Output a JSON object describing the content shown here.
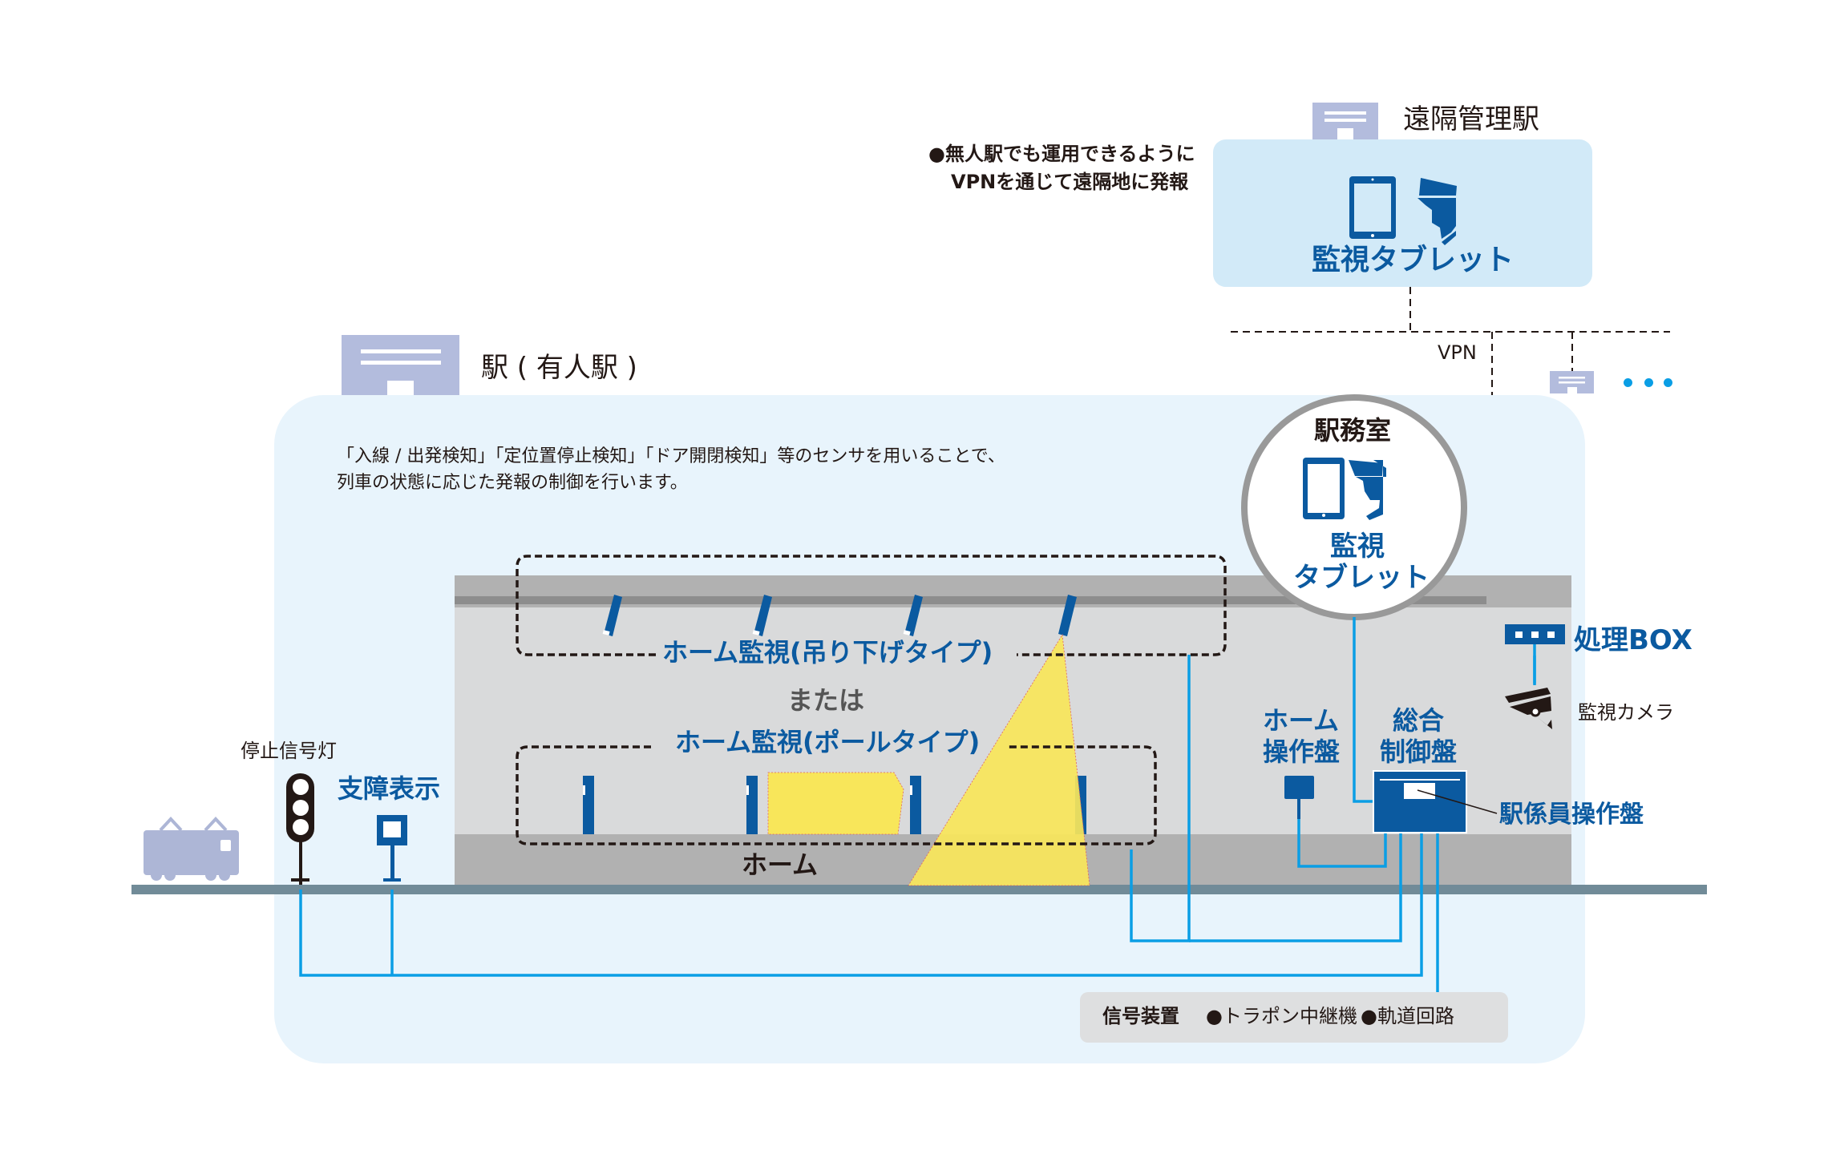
{
  "remote_station": {
    "label": "遠隔管理駅",
    "device_label": "監視タブレット",
    "note_line1": "●無人駅でも運用できるように",
    "note_line2": "VPNを通じて遠隔地に発報"
  },
  "network": {
    "vpn_label": "VPN",
    "more_indicator": "・・・"
  },
  "station": {
    "label": "駅 ( 有人駅 )",
    "description_line1": "「入線 / 出発検知」「定位置停止検知」「ドア開閉検知」等のセンサを用いることで、",
    "description_line2": "列車の状態に応じた発報の制御を行います。"
  },
  "office": {
    "title": "駅務室",
    "device_label_line1": "監視",
    "device_label_line2": "タブレット"
  },
  "platform": {
    "label": "ホーム",
    "monitor_hanging": "ホーム監視(吊り下げタイプ)",
    "or_label": "または",
    "monitor_pole": "ホーム監視(ポールタイプ)"
  },
  "equipment": {
    "processing_box": "処理BOX",
    "camera": "監視カメラ",
    "home_panel_line1": "ホーム",
    "home_panel_line2": "操作盤",
    "control_panel_line1": "総合",
    "control_panel_line2": "制御盤",
    "staff_panel": "駅係員操作盤",
    "stop_signal": "停止信号灯",
    "obstruction_display": "支障表示"
  },
  "signal_devices": {
    "title": "信号装置",
    "item1": "●トラポン中継機",
    "item2": "●軌道回路"
  },
  "colors": {
    "brand_blue": "#0b5aa0",
    "line_blue": "#0a9ee5",
    "panel_light": "#d2eaf8",
    "station_bg": "#e8f4fc",
    "station_icon": "#b3bcdd",
    "sensor_yellow": "#f8e65a"
  }
}
